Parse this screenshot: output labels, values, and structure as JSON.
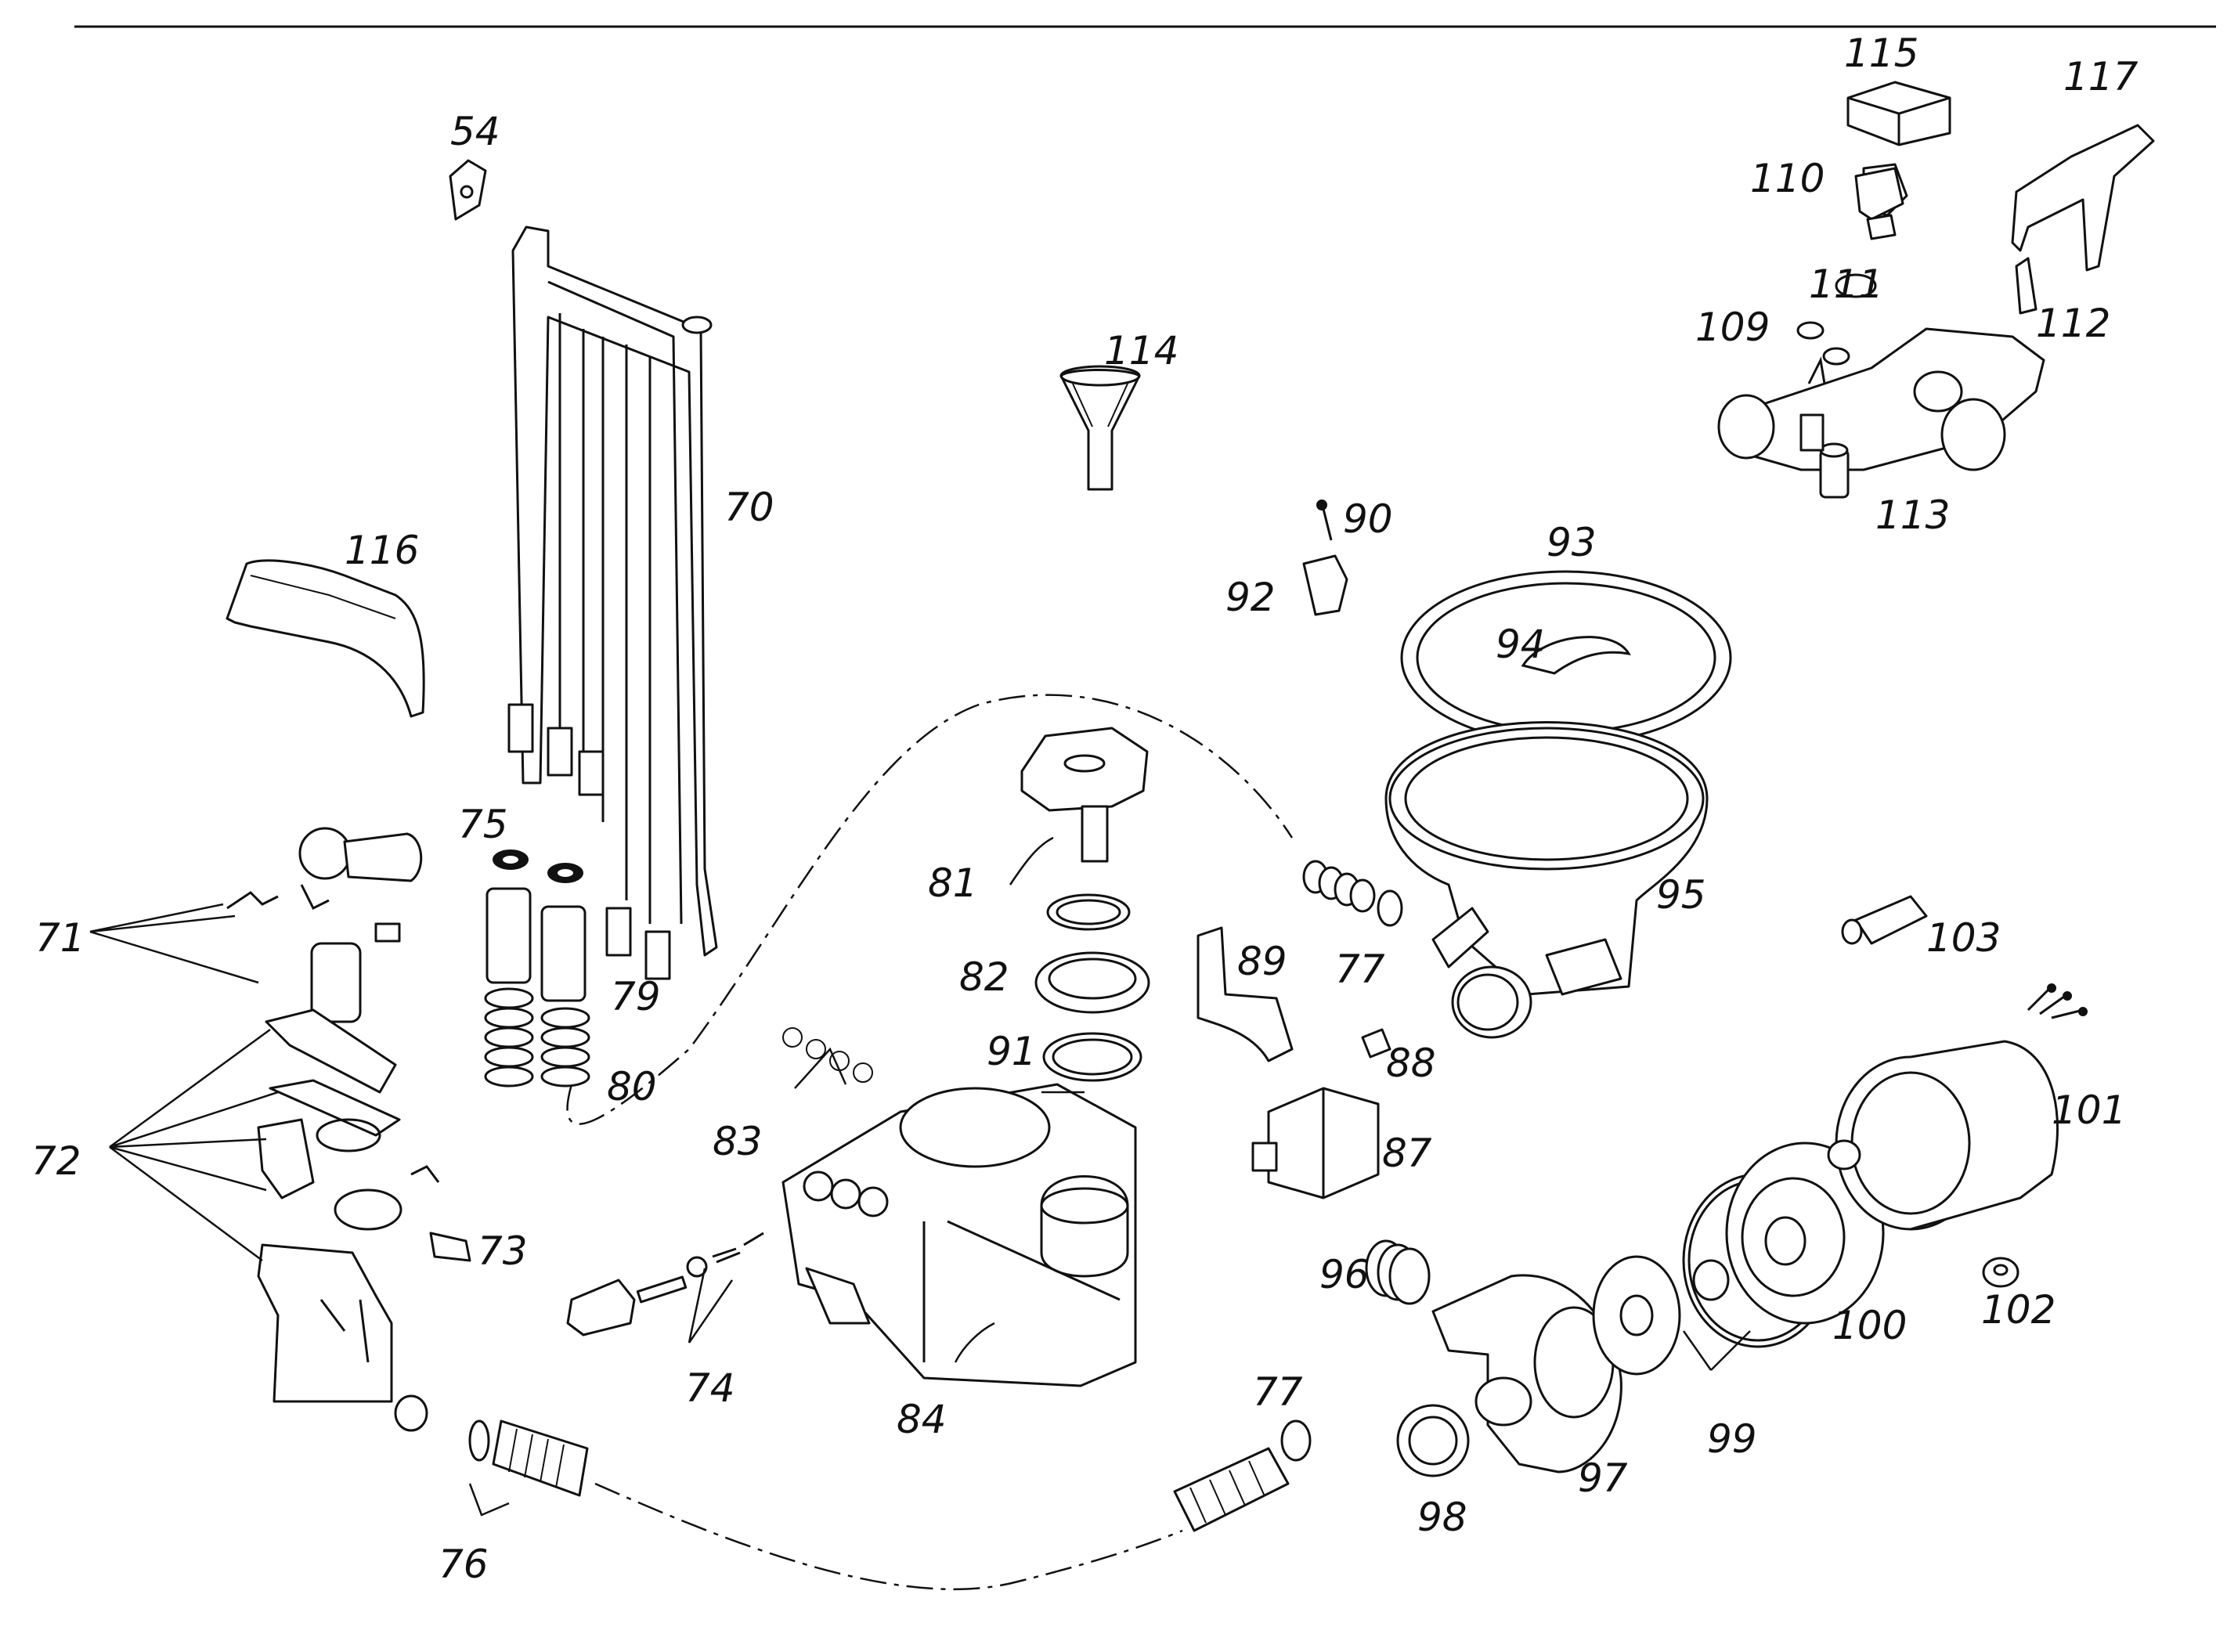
{
  "parts": [
    {
      "id": "54",
      "label": "54"
    },
    {
      "id": "70",
      "label": "70"
    },
    {
      "id": "71",
      "label": "71"
    },
    {
      "id": "72",
      "label": "72"
    },
    {
      "id": "73",
      "label": "73"
    },
    {
      "id": "74",
      "label": "74"
    },
    {
      "id": "75",
      "label": "75"
    },
    {
      "id": "76",
      "label": "76"
    },
    {
      "id": "77a",
      "label": "77"
    },
    {
      "id": "77b",
      "label": "77"
    },
    {
      "id": "79",
      "label": "79"
    },
    {
      "id": "80",
      "label": "80"
    },
    {
      "id": "81",
      "label": "81"
    },
    {
      "id": "82",
      "label": "82"
    },
    {
      "id": "83",
      "label": "83"
    },
    {
      "id": "84",
      "label": "84"
    },
    {
      "id": "87",
      "label": "87"
    },
    {
      "id": "88",
      "label": "88"
    },
    {
      "id": "89",
      "label": "89"
    },
    {
      "id": "90",
      "label": "90"
    },
    {
      "id": "91",
      "label": "91"
    },
    {
      "id": "92",
      "label": "92"
    },
    {
      "id": "93",
      "label": "93"
    },
    {
      "id": "94",
      "label": "94"
    },
    {
      "id": "95",
      "label": "95"
    },
    {
      "id": "96",
      "label": "96"
    },
    {
      "id": "97",
      "label": "97"
    },
    {
      "id": "98",
      "label": "98"
    },
    {
      "id": "99",
      "label": "99"
    },
    {
      "id": "100",
      "label": "100"
    },
    {
      "id": "101",
      "label": "101"
    },
    {
      "id": "102",
      "label": "102"
    },
    {
      "id": "103",
      "label": "103"
    },
    {
      "id": "109",
      "label": "109"
    },
    {
      "id": "110",
      "label": "110"
    },
    {
      "id": "111",
      "label": "111"
    },
    {
      "id": "112",
      "label": "112"
    },
    {
      "id": "113",
      "label": "113"
    },
    {
      "id": "114",
      "label": "114"
    },
    {
      "id": "115",
      "label": "115"
    },
    {
      "id": "116",
      "label": "116"
    },
    {
      "id": "117",
      "label": "117"
    }
  ]
}
